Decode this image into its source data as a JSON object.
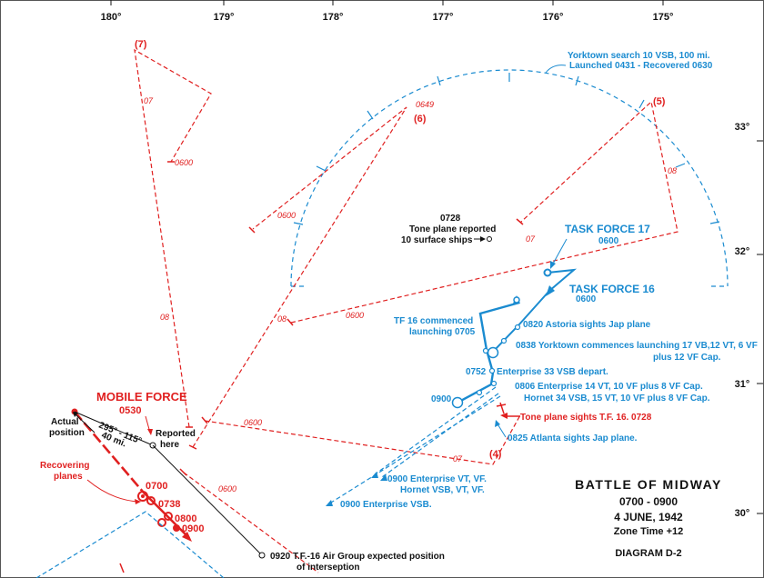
{
  "title": {
    "main": "BATTLE OF MIDWAY",
    "time": "0700 - 0900",
    "date": "4 JUNE, 1942",
    "zone": "Zone Time +12",
    "diagram": "DIAGRAM  D-2"
  },
  "longitudes": [
    "180°",
    "179°",
    "178°",
    "177°",
    "176°",
    "175°"
  ],
  "latitudes": [
    "33°",
    "32°",
    "31°",
    "30°"
  ],
  "colors": {
    "japanese": "#e02020",
    "american": "#1a8bd0",
    "neutral": "#111111"
  },
  "labels": {
    "yorktown_search_1": "Yorktown search 10 VSB, 100 mi.",
    "yorktown_search_2": "Launched  0431 - Recovered 0630",
    "tf17": "TASK  FORCE 17",
    "tf17_time": "0600",
    "tf16": "TASK  FORCE 16",
    "tf16_time": "0600",
    "tone_0728_a": "0728",
    "tone_0728_b": "Tone plane reported",
    "tone_0728_c": "10 surface ships",
    "tf16_launch_1": "TF 16 commenced",
    "tf16_launch_2": "launching 0705",
    "astoria_0820": "0820 Astoria sights Jap plane",
    "yorktown_0838_1": "0838 Yorktown commences launching 17 VB,12 VT, 6 VF",
    "yorktown_0838_2": "plus 12 VF Cap.",
    "ent_0752_time": "0752",
    "ent_0752_text": "Enterprise 33 VSB depart.",
    "ent_0806_1": "0806 Enterprise 14 VT, 10 VF plus 8 VF Cap.",
    "ent_0806_2": "Hornet 34 VSB, 15 VT, 10 VF plus 8 VF Cap.",
    "pos_0900": "0900",
    "tone_sights": "Tone plane sights T.F. 16. 0728",
    "atlanta_0825": "0825 Atlanta sights Jap plane.",
    "ent_0900_1": "0900 Enterprise VT, VF.",
    "ent_0900_2": "Hornet VSB, VT, VF.",
    "ent_0900_vsb": "0900 Enterprise VSB.",
    "mobile_force": "MOBILE FORCE",
    "mobile_time": "0530",
    "actual_1": "Actual",
    "actual_2": "position",
    "reported_1": "Reported",
    "reported_2": "here",
    "bearing": "295° - 115°",
    "distance": "40 mi.",
    "recovering_1": "Recovering",
    "recovering_2": "planes",
    "t0700": "0700",
    "t0738": "0738",
    "t0800": "0800",
    "t0900": "0900",
    "tf16_group_1": "0920 T.F.-16 Air Group expected position",
    "tf16_group_2": "of interseption",
    "search_7": "(7)",
    "search_6": "(6)",
    "search_5": "(5)",
    "search_4": "(4)",
    "s_0649": "0649",
    "s_0600_a": "0600",
    "s_0600_b": "0600",
    "s_0600_c": "0600",
    "s_0600_d": "0600",
    "s_0600_e": "0600",
    "s_07_a": "07",
    "s_07_b": "07",
    "s_07_c": "07",
    "s_08_a": "08",
    "s_08_b": "08",
    "s_08_c": "08"
  }
}
